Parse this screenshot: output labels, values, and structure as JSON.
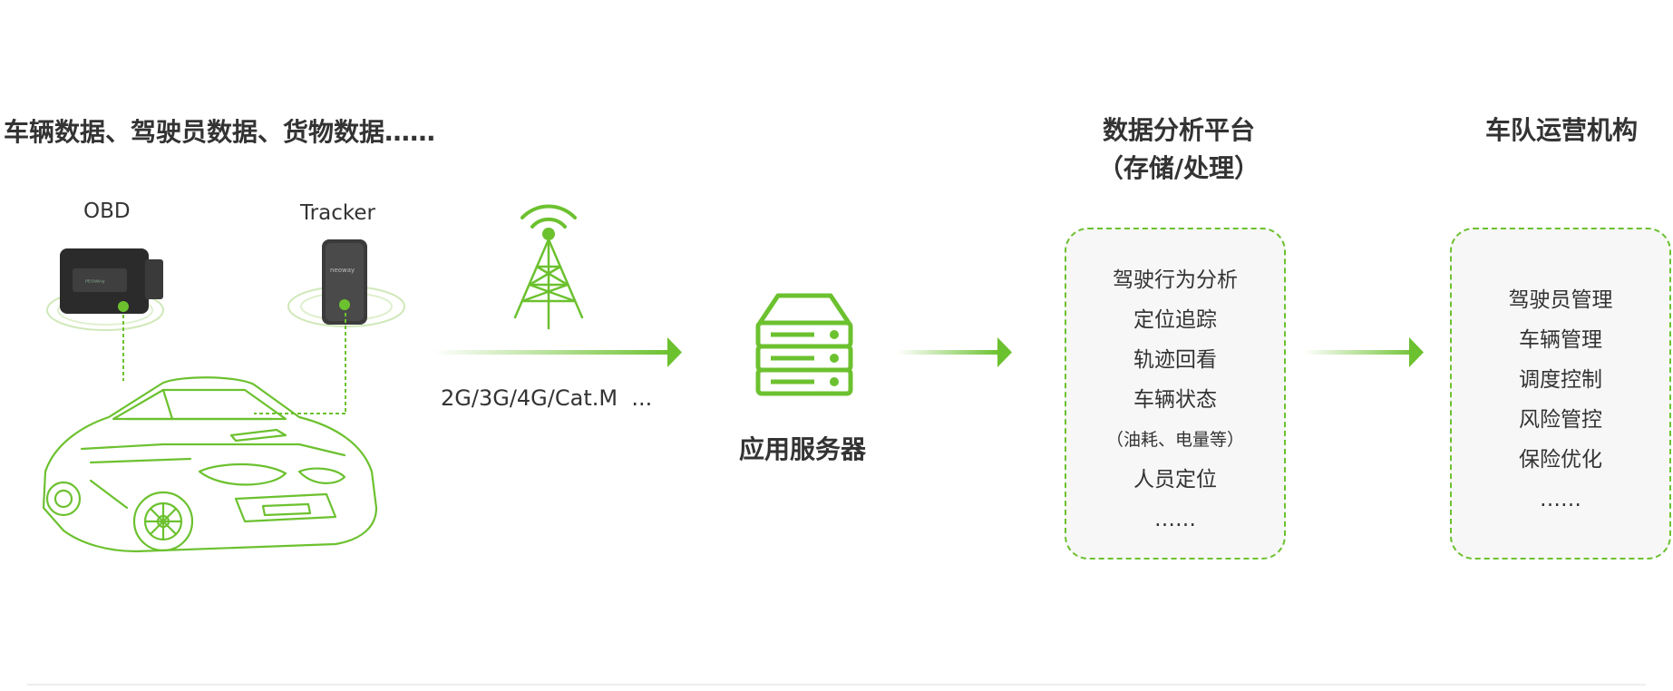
{
  "left_heading": "车辆数据、驾驶员数据、货物数据……",
  "devices": {
    "obd": {
      "label": "OBD",
      "icon": "obd-device-icon"
    },
    "tracker": {
      "label": "Tracker",
      "icon": "gps-tracker-icon"
    }
  },
  "vehicle": {
    "icon": "car-outline-icon"
  },
  "network": {
    "icon": "cell-tower-icon",
    "label": "2G/3G/4G/Cat.M  ..."
  },
  "server": {
    "icon": "server-icon",
    "label": "应用服务器"
  },
  "platform": {
    "title_line1": "数据分析平台",
    "title_line2": "（存储/处理）",
    "items": [
      "驾驶行为分析",
      "定位追踪",
      "轨迹回看",
      "车辆状态",
      "（油耗、电量等）",
      "人员定位",
      "……"
    ]
  },
  "fleet": {
    "title": "车队运营机构",
    "items": [
      "驾驶员管理",
      "车辆管理",
      "调度控制",
      "风险管控",
      "保险优化",
      "……"
    ]
  },
  "colors": {
    "accent": "#6cc12f",
    "text": "#333333",
    "panel_bg": "#f7f7f7"
  }
}
